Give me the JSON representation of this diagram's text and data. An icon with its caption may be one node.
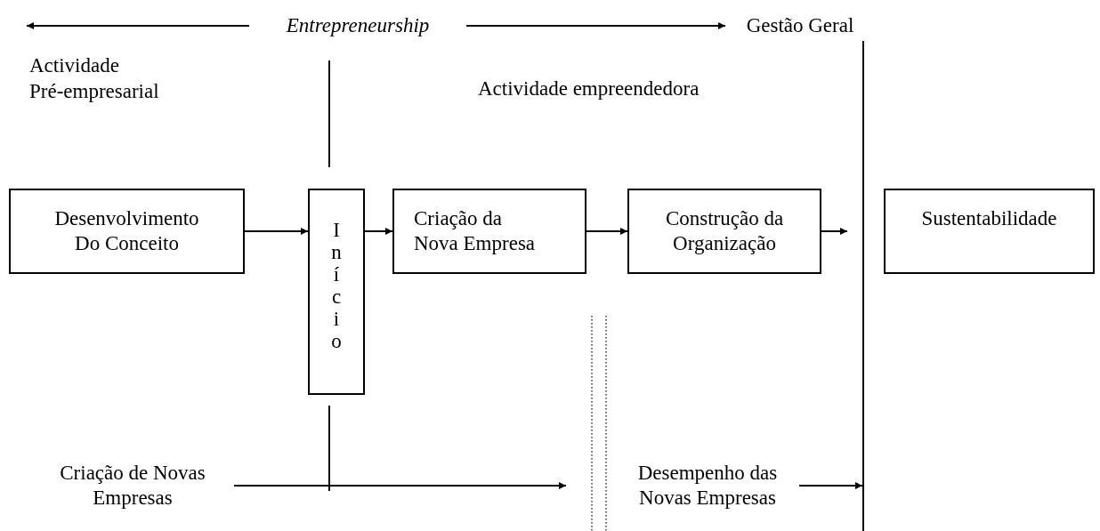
{
  "diagram": {
    "nodes": [
      {
        "text": [
          "Entrepreneurship"
        ]
      },
      {
        "text": [
          "Gestão Geral"
        ]
      },
      {
        "text": [
          "Desenvolvimento Do Conceito"
        ]
      },
      {
        "text": [
          "Início"
        ]
      },
      {
        "text": [
          "Criação da Nova Empresa"
        ]
      },
      {
        "text": [
          "Construção da Organização"
        ]
      },
      {
        "text": [
          "Sustentabilidade"
        ]
      },
      {
        "text": [
          "Criação de Novas Empresas"
        ]
      },
      {
        "text": [
          "Desempenho das Novas Empresas"
        ]
      }
    ],
    "edges": [
      {
        "from": 0,
        "to": null,
        "arrow": "to"
      },
      {
        "from": 0,
        "to": 1,
        "arrow": "to"
      },
      {
        "from": 2,
        "to": 3,
        "arrow": "to"
      },
      {
        "from": 3,
        "to": 4,
        "arrow": "to"
      },
      {
        "from": 4,
        "to": 5,
        "arrow": "to"
      },
      {
        "from": 5,
        "to": null,
        "arrow": "to"
      },
      {
        "from": 7,
        "to": null,
        "arrow": "to"
      },
      {
        "from": 8,
        "to": null,
        "arrow": "to"
      }
    ],
    "labels": [
      "Actividade Pré-empresarial",
      "Actividade empreendedora"
    ]
  }
}
